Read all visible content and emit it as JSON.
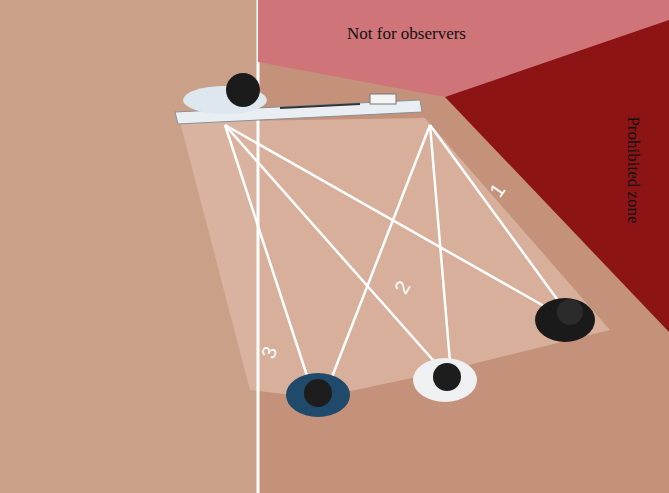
{
  "diagram": {
    "nodes": [
      {
        "text": [
          "Not for observers"
        ]
      },
      {
        "text": [
          "Prohibited zone"
        ]
      }
    ],
    "labels": [
      "1",
      "2",
      "3"
    ]
  }
}
